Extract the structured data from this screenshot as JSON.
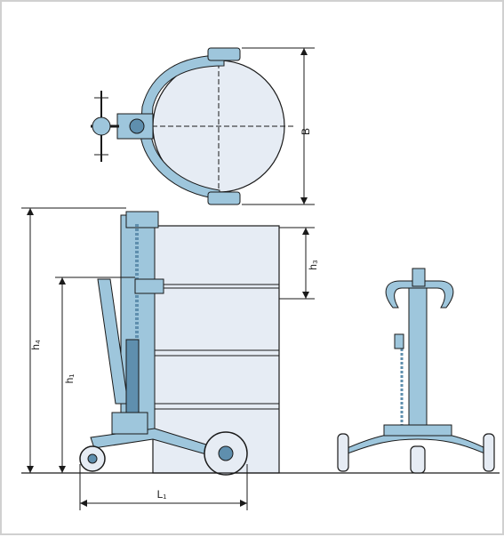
{
  "diagram": {
    "dimension_labels": {
      "B": "B",
      "h3": "h₃",
      "h4": "h₄",
      "h1": "h₁",
      "L1": "L₁"
    },
    "colors": {
      "frame_blue": "#9ec6dc",
      "frame_blue_dark": "#5f8fae",
      "drum_fill": "#e6ecf4",
      "line": "#1a1a1a"
    },
    "views": [
      "top-view",
      "side-view",
      "front-view"
    ]
  }
}
